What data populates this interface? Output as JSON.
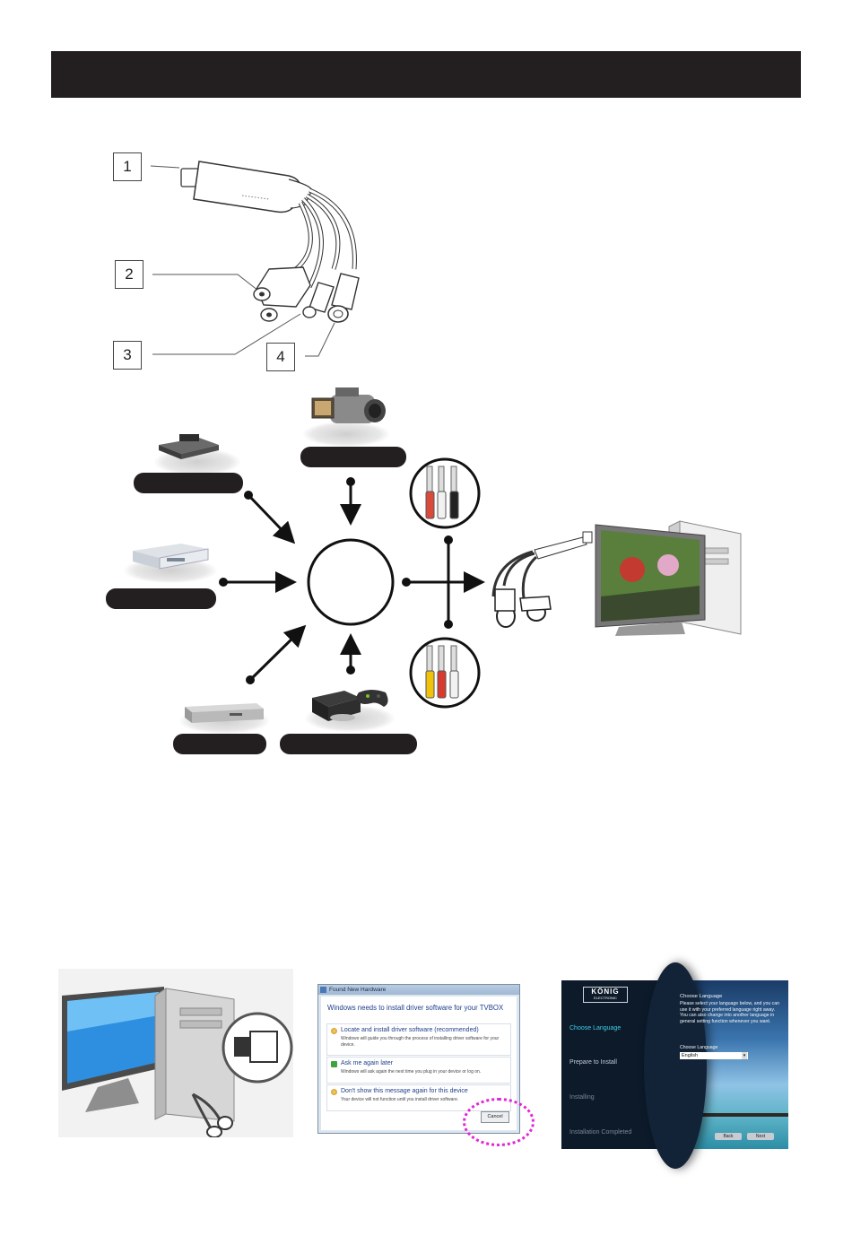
{
  "diagram": {
    "callouts": [
      {
        "num": "1"
      },
      {
        "num": "2"
      },
      {
        "num": "3"
      },
      {
        "num": "4"
      }
    ]
  },
  "dialog": {
    "title": "Found New Hardware",
    "heading": "Windows needs to install driver software for your TVBOX",
    "options": [
      {
        "title": "Locate and install driver software (recommended)",
        "desc": "Windows will guide you through the process of installing driver software for your device."
      },
      {
        "title": "Ask me again later",
        "desc": "Windows will ask again the next time you plug in your device or log on."
      },
      {
        "title": "Don't show this message again for this device",
        "desc": "Your device will not function until you install driver software."
      }
    ],
    "cancel_label": "Cancel"
  },
  "installer": {
    "logo_line1": "KÖNIG",
    "logo_line2": "ELECTRONIC",
    "steps": [
      "Choose Language",
      "Prepare to Install",
      "Installing",
      "Installation Completed"
    ],
    "heading": "Choose Language",
    "body": "Please select your language below, and you can use it with your preferred language right away. You can also change into another language in general setting function whenever you want.",
    "select_label": "Choose Language",
    "selected_language": "English",
    "back_label": "Back",
    "next_label": "Next"
  },
  "colors": {
    "header_bar": "#231f20",
    "label_pill": "#231f20",
    "highlight_ring": "#e227d4"
  }
}
